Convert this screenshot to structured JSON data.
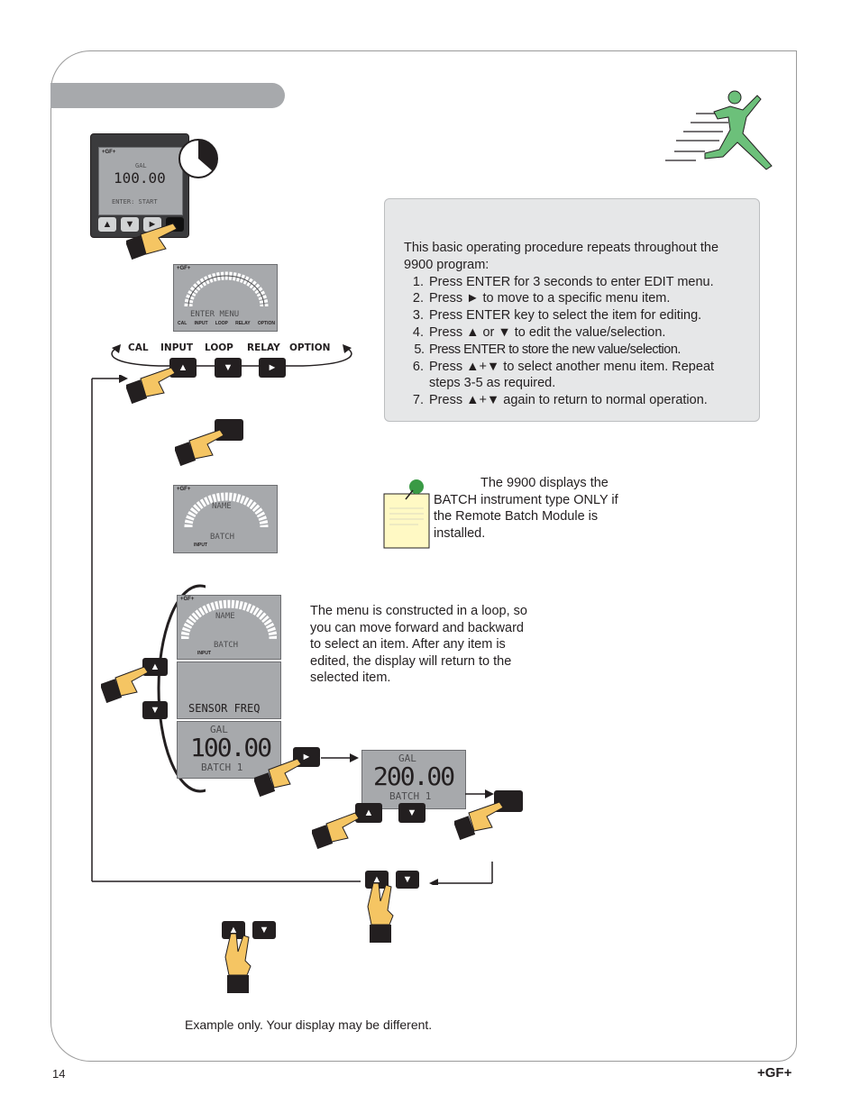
{
  "procedure": {
    "intro": "This basic operating procedure repeats throughout the 9900 program:",
    "steps": [
      "Press ENTER for 3 seconds to enter EDIT menu.",
      "Press ► to move to a specific menu item.",
      "Press ENTER key to select the item for editing.",
      "Press ▲ or ▼ to edit the value/selection.",
      "Press ENTER to store the new value/selection.",
      "Press ▲+▼ to select another menu item. Repeat steps 3-5 as required.",
      "Press ▲+▼ again to return to normal operation."
    ]
  },
  "note": {
    "text": "The 9900 displays the BATCH instrument type ONLY if the Remote Batch Module is installed."
  },
  "loop_text": "The menu is constructed in a loop, so you can move forward and backward to select an item. After any item is edited, the display will return to the selected item.",
  "menu_labels": [
    "CAL",
    "INPUT",
    "LOOP",
    "RELAY",
    "OPTION"
  ],
  "device": {
    "brand": "+GF+",
    "units": "GAL",
    "value": "100.00",
    "prompt": "ENTER: START"
  },
  "screens": {
    "enter_menu": {
      "brand": "+GF+",
      "title": "ENTER MENU",
      "items": [
        "CAL",
        "INPUT",
        "LOOP",
        "RELAY",
        "OPTION"
      ]
    },
    "name_batch": {
      "brand": "+GF+",
      "line1": "NAME",
      "line2": "BATCH",
      "tag": "INPUT"
    },
    "name_batch_2": {
      "brand": "+GF+",
      "line1": "NAME",
      "line2": "BATCH",
      "tag": "INPUT"
    },
    "sensor_freq": {
      "line": "SENSOR FREQ"
    },
    "batch_value": {
      "units": "GAL",
      "value": "100.00",
      "label": "BATCH 1"
    },
    "batch_edit": {
      "units": "GAL",
      "value": "200.00",
      "label": "BATCH 1"
    }
  },
  "keys": {
    "up": "▲",
    "down": "▼",
    "right": "►"
  },
  "footer_note": "Example only. Your display may be different.",
  "page_number": "14",
  "brand": "+GF+"
}
